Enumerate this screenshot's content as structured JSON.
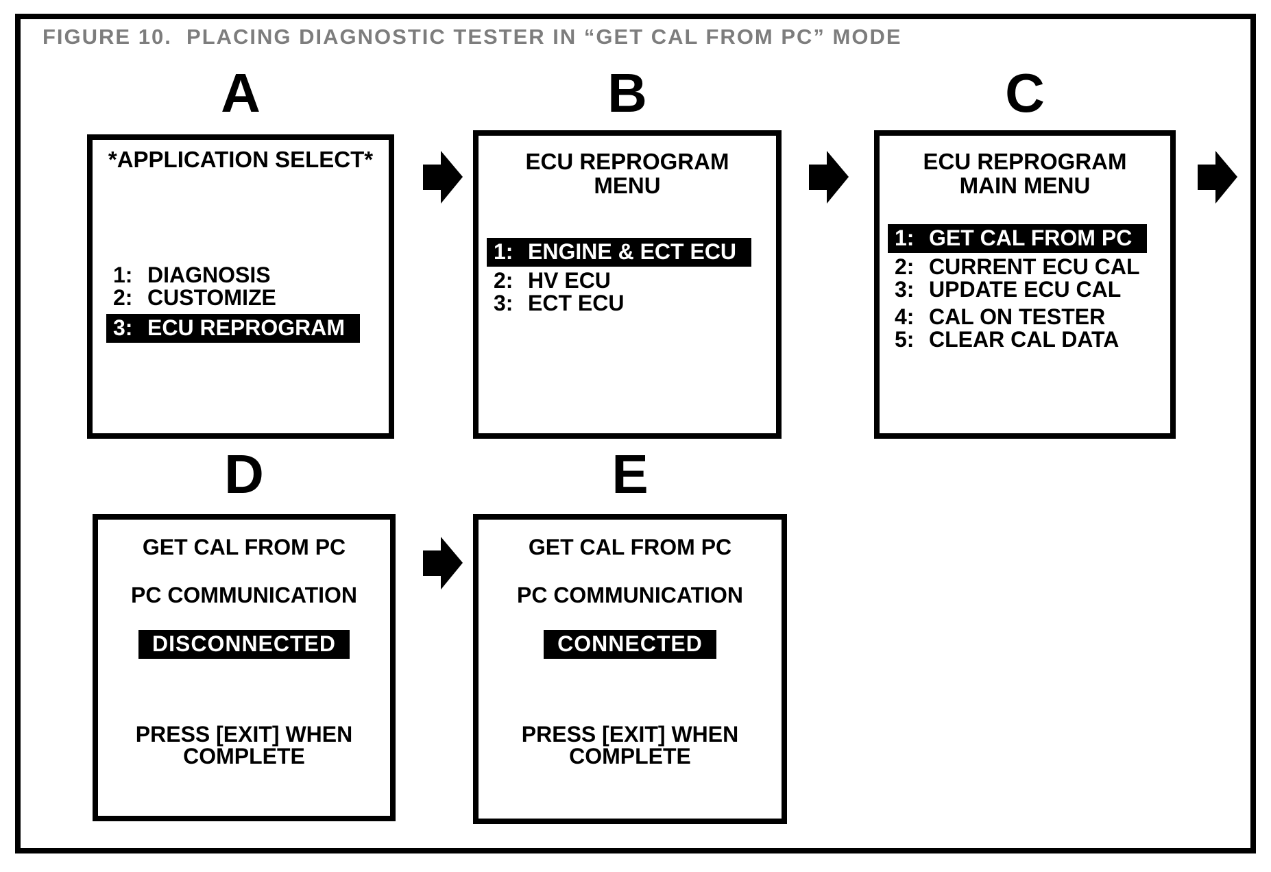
{
  "figure": {
    "title": "FIGURE 10.  PLACING DIAGNOSTIC TESTER IN “GET CAL FROM PC” MODE"
  },
  "colors": {
    "title_gray": "#7d7d7d",
    "screen_foreground": "#000000",
    "screen_background": "#ffffff",
    "highlight_background": "#000000",
    "highlight_text": "#ffffff"
  },
  "icons": {
    "flow_arrow": "right-arrow"
  },
  "screens": {
    "a": {
      "label": "A",
      "title": "*APPLICATION SELECT*",
      "items": [
        {
          "num": "1:",
          "text": "DIAGNOSIS",
          "highlighted": false
        },
        {
          "num": "2:",
          "text": "CUSTOMIZE",
          "highlighted": false
        },
        {
          "num": "3:",
          "text": "ECU REPROGRAM",
          "highlighted": true
        }
      ]
    },
    "b": {
      "label": "B",
      "title_line1": "ECU REPROGRAM",
      "title_line2": "MENU",
      "items": [
        {
          "num": "1:",
          "text": "ENGINE & ECT ECU",
          "highlighted": true
        },
        {
          "num": "2:",
          "text": "HV ECU",
          "highlighted": false
        },
        {
          "num": "3:",
          "text": "ECT ECU",
          "highlighted": false
        }
      ]
    },
    "c": {
      "label": "C",
      "title_line1": "ECU REPROGRAM",
      "title_line2": "MAIN MENU",
      "items": [
        {
          "num": "1:",
          "text": "GET CAL FROM PC",
          "highlighted": true
        },
        {
          "num": "2:",
          "text": "CURRENT ECU CAL",
          "highlighted": false
        },
        {
          "num": "3:",
          "text": "UPDATE ECU CAL",
          "highlighted": false
        },
        {
          "num": "4:",
          "text": "CAL ON TESTER",
          "highlighted": false
        },
        {
          "num": "5:",
          "text": "CLEAR CAL DATA",
          "highlighted": false
        }
      ]
    },
    "d": {
      "label": "D",
      "line1": "GET CAL FROM PC",
      "line2": "PC COMMUNICATION",
      "status": "DISCONNECTED",
      "footer_line1": "PRESS [EXIT] WHEN",
      "footer_line2": "COMPLETE"
    },
    "e": {
      "label": "E",
      "line1": "GET CAL FROM PC",
      "line2": "PC COMMUNICATION",
      "status": "CONNECTED",
      "footer_line1": "PRESS [EXIT] WHEN",
      "footer_line2": "COMPLETE"
    }
  }
}
